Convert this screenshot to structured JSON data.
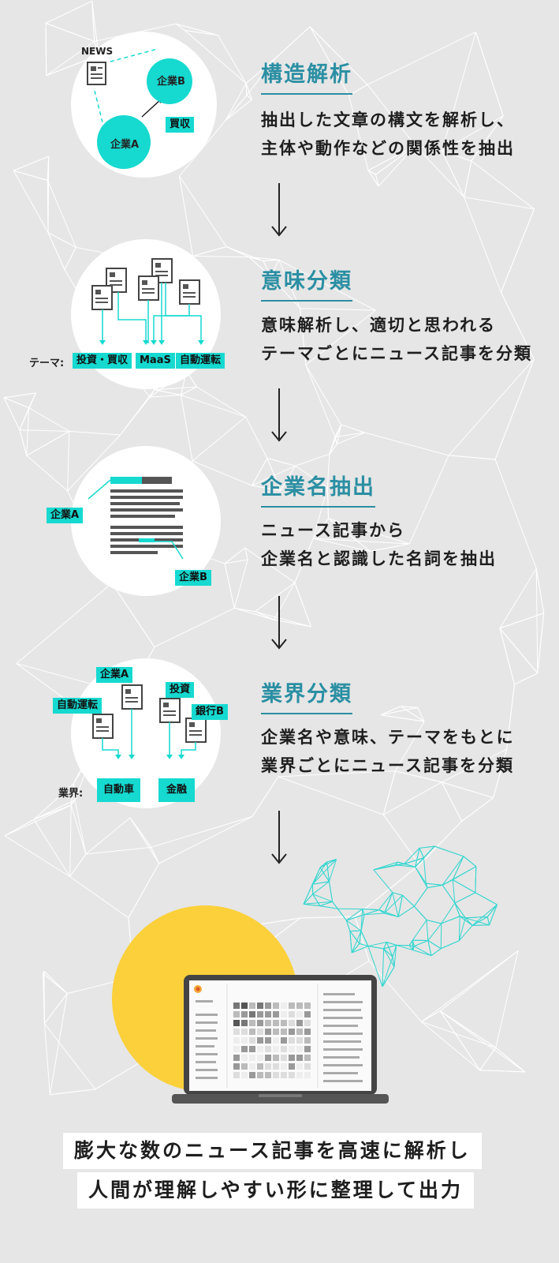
{
  "steps": [
    {
      "title": "構造解析",
      "desc": [
        "抽出した文章の構文を解析し、",
        "主体や動作などの関係性を抽出"
      ],
      "labels": {
        "news": "NEWS",
        "company_b": "企業B",
        "company_a": "企業A",
        "acquisition": "買収"
      }
    },
    {
      "title": "意味分類",
      "desc": [
        "意味解析し、適切と思われる",
        "テーマごとにニュース記事を分類"
      ],
      "labels": {
        "theme": "テーマ:",
        "tag1": "投資・買収",
        "tag2": "MaaS",
        "tag3": "自動運転"
      }
    },
    {
      "title": "企業名抽出",
      "desc": [
        "ニュース記事から",
        "企業名と認識した名詞を抽出"
      ],
      "labels": {
        "company_a": "企業A",
        "company_b": "企業B"
      }
    },
    {
      "title": "業界分類",
      "desc": [
        "企業名や意味、テーマをもとに",
        "業界ごとにニュース記事を分類"
      ],
      "labels": {
        "company_a": "企業A",
        "investment": "投資",
        "autonomous": "自動運転",
        "bank_b": "銀行B",
        "industry": "業界:",
        "automobile": "自動車",
        "finance": "金融"
      }
    }
  ],
  "conclusion": [
    "膨大な数のニュース記事を高速に解析し",
    "人間が理解しやすい形に整理して出力"
  ],
  "colors": {
    "accent": "#16d9d0",
    "title": "#2b8fa3",
    "yellow": "#fbd03a",
    "background": "#e6e6e6"
  },
  "icons": [
    "document-icon",
    "arrow-down-icon",
    "brain-network-icon",
    "laptop-icon"
  ]
}
